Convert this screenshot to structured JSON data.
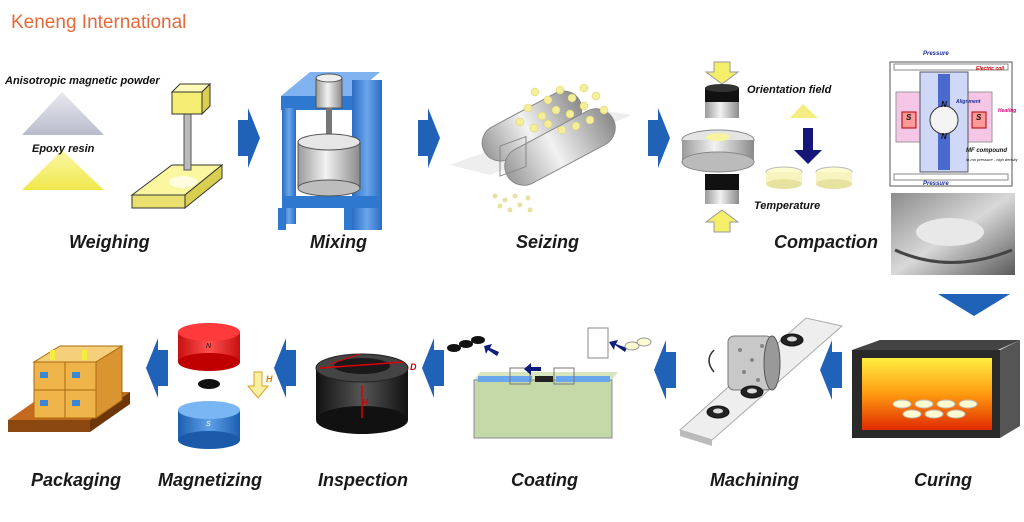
{
  "brand": "Keneng International",
  "stages": {
    "weighing": "Weighing",
    "mixing": "Mixing",
    "seizing": "Seizing",
    "compaction": "Compaction",
    "curing": "Curing",
    "machining": "Machining",
    "coating": "Coating",
    "inspection": "Inspection",
    "magnetizing": "Magnetizing",
    "packaging": "Packaging"
  },
  "labels": {
    "powder": "Anisotropic magnetic powder",
    "resin": "Epoxy resin",
    "orientation": "Orientation field",
    "temperature": "Temperature",
    "pressure_top": "Pressure",
    "pressure_bottom": "Pressure",
    "electric_coil": "Electric coil",
    "alignment": "Alignment",
    "heating": "Heating",
    "mf_compound": "MF compound",
    "mf_sub": "in-mo pressure - high density",
    "pole_s_left": "S",
    "pole_s_right": "S",
    "pole_n_top": "N",
    "pole_n_bottom": "N",
    "mag_n": "N",
    "mag_s": "S",
    "mag_h": "H",
    "insp_d": "D",
    "insp_h": "H"
  },
  "colors": {
    "brand": "#e4683a",
    "arrow": "#1f62b8",
    "yellow": "#f4ee6a",
    "blue_frame": "#3b7fd0"
  }
}
